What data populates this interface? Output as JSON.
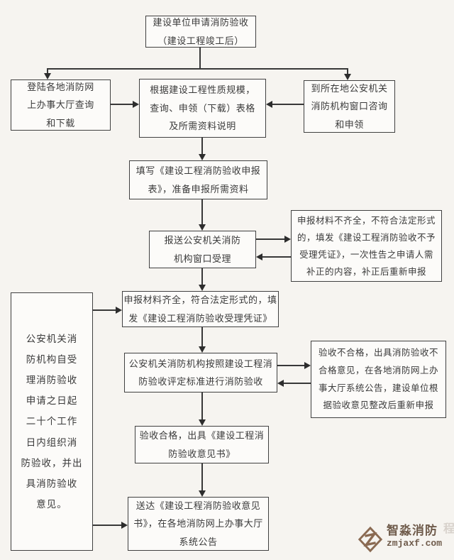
{
  "flowchart": {
    "title_hint": "建设工程消防验收流程图",
    "nodes": {
      "start": {
        "text": "建设单位申请消防验收\n（建设工程竣工后）"
      },
      "web": {
        "text": "登陆各地消防网\n上办事大厅查询\n和下载"
      },
      "forms": {
        "text": "根据建设工程性质规模，\n查询、申领（下载）表格\n及所需资料说明"
      },
      "window": {
        "text": "到所在地公安机关\n消防机构窗口咨询\n和申领"
      },
      "fill": {
        "text": "填写《建设工程消防验收申报\n表》，准备申报所需资料"
      },
      "submit": {
        "text": "报送公安机关消防\n机构窗口受理"
      },
      "incomplete": {
        "text": "申报材料不齐全，不符合法定形式\n的，填发《建设工程消防验收不予\n受理凭证》，一次性告之申请人需\n补正的内容，补正后重新申报"
      },
      "complete": {
        "text": "申报材料齐全，符合法定形式的，填\n发《建设工程消防验收受理凭证》"
      },
      "timeline": {
        "text": "公安机关消\n防机构自受\n理消防验收\n申请之日起\n二十个工作\n日内组织消\n防验收，并出\n具消防验收\n意见。"
      },
      "inspect": {
        "text": "公安机关消防机构按照建设工程消\n防验收评定标准进行消防验收"
      },
      "fail": {
        "text": "验收不合格，出具消防验收不\n合格意见，在各地消防网上办\n事大厅系统公告，建设单位根\n据验收意见整改后重新申报"
      },
      "pass": {
        "text": "验收合格，出具《建设工程消\n防验收意见书》"
      },
      "deliver": {
        "text": "送达《建设工程消防验收意见\n书》，在各地消防网上办事大厅\n系统公告"
      }
    },
    "colors": {
      "line": "#383838",
      "border": "#404040",
      "box_fill": "#fcfbf9",
      "background": "#f6f4f0",
      "watermark": "#6f5b4b"
    },
    "watermark": {
      "brand": "智淼消防",
      "ghost": "程",
      "domain": "zmjaxf.com"
    }
  }
}
